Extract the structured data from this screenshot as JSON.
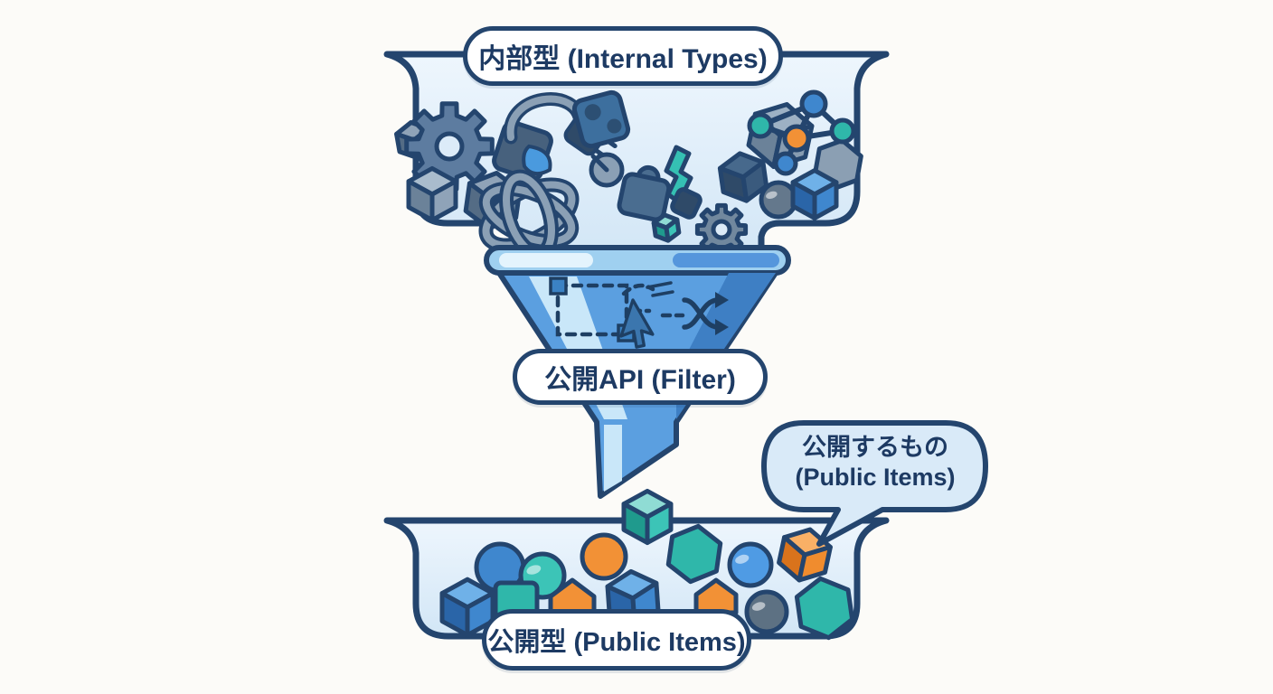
{
  "labels": {
    "internal_types": "内部型 (Internal Types)",
    "public_api": "公開API (Filter)",
    "bubble_line1": "公開するもの",
    "bubble_line2": "(Public Items)",
    "public_items": "公開型 (Public Items)"
  },
  "illustration": {
    "top_container_items": [
      "gear-icon",
      "cube-icon",
      "plug-icon",
      "knot-icon",
      "puzzle-icon",
      "dial-icon",
      "droplet-icon",
      "network-graph-icon",
      "hexagon-icon",
      "sphere-icon",
      "ribbon-icon"
    ],
    "funnel_icons": [
      "selection-marquee-icon",
      "cursor-icon",
      "shuffle-icon"
    ],
    "bottom_container_items": [
      "cube-icon",
      "circle-icon",
      "sphere-icon",
      "square-icon",
      "pentagon-icon",
      "hexagon-icon"
    ]
  },
  "colors": {
    "outline_navy": "#24456e",
    "text_navy": "#1d3a63",
    "container_fill_light": "#eaf3fc",
    "container_fill_dark": "#d2e6f6",
    "funnel_blue": "#5b9fe0",
    "funnel_rim": "#9fd0f0",
    "accent_teal": "#2fb7aa",
    "accent_orange": "#f29136",
    "accent_blue": "#3f87ce",
    "pill_background": "#ffffff",
    "page_background": "#fcfbf8"
  }
}
